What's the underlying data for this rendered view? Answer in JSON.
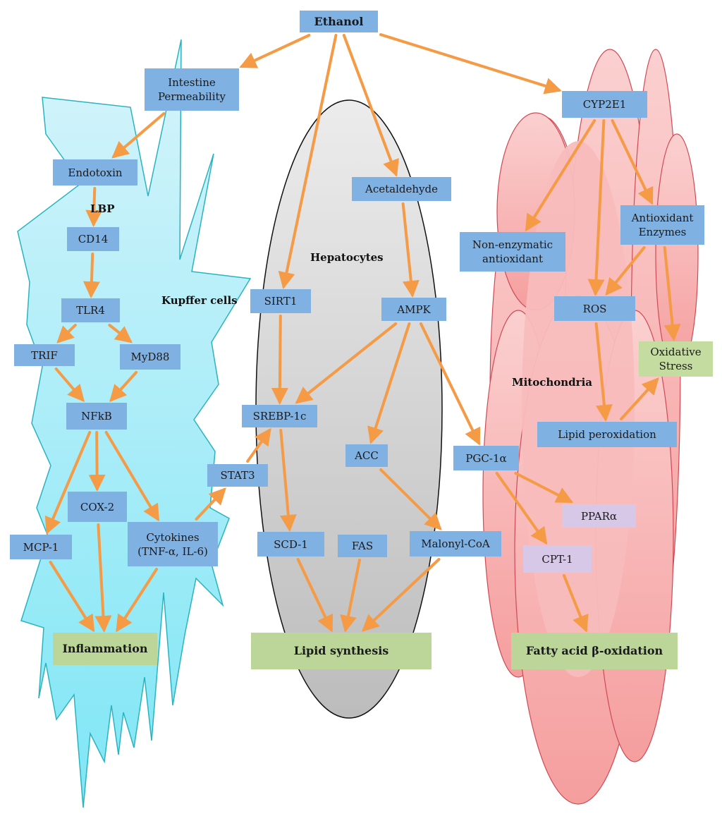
{
  "regions": {
    "kupffer": "Kupffer cells",
    "hepatocytes": "Hepatocytes",
    "mitochondria": "Mitochondria",
    "lbp": "LBP"
  },
  "nodes": {
    "ethanol": "Ethanol",
    "intestine": "Intestine\nPermeability",
    "endotoxin": "Endotoxin",
    "cd14": "CD14",
    "tlr4": "TLR4",
    "trif": "TRIF",
    "myd88": "MyD88",
    "nfkb": "NFkB",
    "cox2": "COX-2",
    "mcp1": "MCP-1",
    "cytokines": "Cytokines\n(TNF-α, IL-6)",
    "stat3": "STAT3",
    "inflammation": "Inflammation",
    "sirt1": "SIRT1",
    "acetaldehyde": "Acetaldehyde",
    "ampk": "AMPK",
    "srebp": "SREBP-1c",
    "acc": "ACC",
    "scd1": "SCD-1",
    "fas": "FAS",
    "malonyl": "Malonyl-CoA",
    "lipid_synthesis": "Lipid synthesis",
    "cyp2e1": "CYP2E1",
    "nonenzymatic": "Non-enzymatic\nantioxidant",
    "antioxidant_enzymes": "Antioxidant\nEnzymes",
    "ros": "ROS",
    "oxidative_stress": "Oxidative\nStress",
    "lipid_peroxidation": "Lipid peroxidation",
    "pgc1a": "PGC-1α",
    "ppara": "PPARα",
    "cpt1": "CPT-1",
    "fatty_acid": "Fatty acid β-oxidation"
  },
  "colors": {
    "process_box": "#7fb1e3",
    "outcome_box": "#bcd69a",
    "mito_target_box": "#d6c8e6",
    "arrow": "#f59a45",
    "kupffer_fill": "#b8ecf7",
    "kupffer_stroke": "#2bb3c0",
    "hepatocyte_fill": "#d4d4d4",
    "mitochondria_fill": "#f7b3b3",
    "mitochondria_stroke": "#d04a55"
  },
  "edges": [
    [
      "ethanol",
      "intestine"
    ],
    [
      "ethanol",
      "sirt1"
    ],
    [
      "ethanol",
      "acetaldehyde"
    ],
    [
      "ethanol",
      "cyp2e1"
    ],
    [
      "intestine",
      "endotoxin"
    ],
    [
      "endotoxin",
      "cd14"
    ],
    [
      "cd14",
      "tlr4"
    ],
    [
      "tlr4",
      "trif"
    ],
    [
      "tlr4",
      "myd88"
    ],
    [
      "trif",
      "nfkb"
    ],
    [
      "myd88",
      "nfkb"
    ],
    [
      "nfkb",
      "mcp1"
    ],
    [
      "nfkb",
      "cox2"
    ],
    [
      "nfkb",
      "cytokines"
    ],
    [
      "mcp1",
      "inflammation"
    ],
    [
      "cox2",
      "inflammation"
    ],
    [
      "cytokines",
      "inflammation"
    ],
    [
      "cytokines",
      "stat3"
    ],
    [
      "stat3",
      "srebp"
    ],
    [
      "sirt1",
      "srebp"
    ],
    [
      "acetaldehyde",
      "ampk"
    ],
    [
      "ampk",
      "srebp"
    ],
    [
      "ampk",
      "acc"
    ],
    [
      "ampk",
      "pgc1a"
    ],
    [
      "srebp",
      "scd1"
    ],
    [
      "acc",
      "malonyl"
    ],
    [
      "scd1",
      "lipid_synthesis"
    ],
    [
      "fas",
      "lipid_synthesis"
    ],
    [
      "malonyl",
      "lipid_synthesis"
    ],
    [
      "cyp2e1",
      "nonenzymatic"
    ],
    [
      "cyp2e1",
      "ros"
    ],
    [
      "cyp2e1",
      "antioxidant_enzymes"
    ],
    [
      "antioxidant_enzymes",
      "ros"
    ],
    [
      "antioxidant_enzymes",
      "oxidative_stress"
    ],
    [
      "ros",
      "lipid_peroxidation"
    ],
    [
      "lipid_peroxidation",
      "oxidative_stress"
    ],
    [
      "pgc1a",
      "ppara"
    ],
    [
      "pgc1a",
      "cpt1"
    ],
    [
      "cpt1",
      "fatty_acid"
    ]
  ]
}
